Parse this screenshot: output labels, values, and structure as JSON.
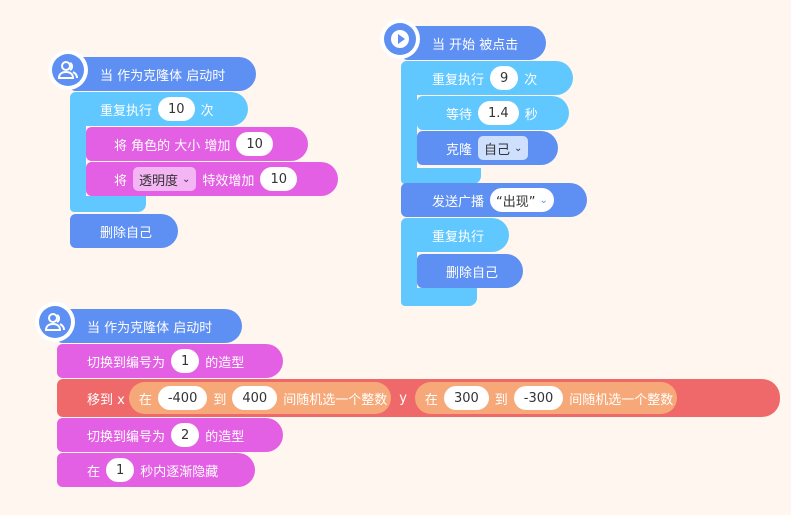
{
  "scriptA": {
    "hat": {
      "label": "当 作为克隆体 启动时",
      "icon": "clone-person-icon"
    },
    "repeat": {
      "label": "重复执行",
      "count": "10",
      "unit": "次"
    },
    "size": {
      "prefix": "将 角色的 大小 增加",
      "value": "10"
    },
    "effect": {
      "prefix": "将",
      "dropdown": "透明度",
      "mid": "特效增加",
      "value": "10"
    },
    "delete": {
      "label": "删除自己"
    }
  },
  "scriptB": {
    "hat": {
      "label": "当 开始 被点击",
      "icon": "play-icon"
    },
    "repeat": {
      "label": "重复执行",
      "count": "9",
      "unit": "次"
    },
    "wait": {
      "label": "等待",
      "value": "1.4",
      "unit": "秒"
    },
    "clone": {
      "label": "克隆",
      "dropdown": "自己"
    },
    "broadcast": {
      "label": "发送广播",
      "value": "“出现”"
    },
    "forever": {
      "label": "重复执行"
    },
    "delete": {
      "label": "删除自己"
    }
  },
  "scriptC": {
    "hat": {
      "label": "当 作为克隆体 启动时",
      "icon": "clone-person-icon"
    },
    "costume1": {
      "prefix": "切换到编号为",
      "value": "1",
      "suffix": "的造型"
    },
    "move": {
      "prefix": "移到 x",
      "randX": {
        "at": "在",
        "from": "-400",
        "to_label": "到",
        "to": "400",
        "suffix": "间随机选一个整数"
      },
      "y_label": "y",
      "randY": {
        "at": "在",
        "from": "300",
        "to_label": "到",
        "to": "-300",
        "suffix": "间随机选一个整数"
      }
    },
    "costume2": {
      "prefix": "切换到编号为",
      "value": "2",
      "suffix": "的造型"
    },
    "fade": {
      "prefix": "在",
      "value": "1",
      "suffix": "秒内逐渐隐藏"
    }
  },
  "colors": {
    "background": "#fff7ef",
    "events": "#5e8ff2",
    "control": "#61c8ff",
    "looks": "#e35fe3",
    "motion": "#f0696a",
    "operator": "#f7a878"
  }
}
